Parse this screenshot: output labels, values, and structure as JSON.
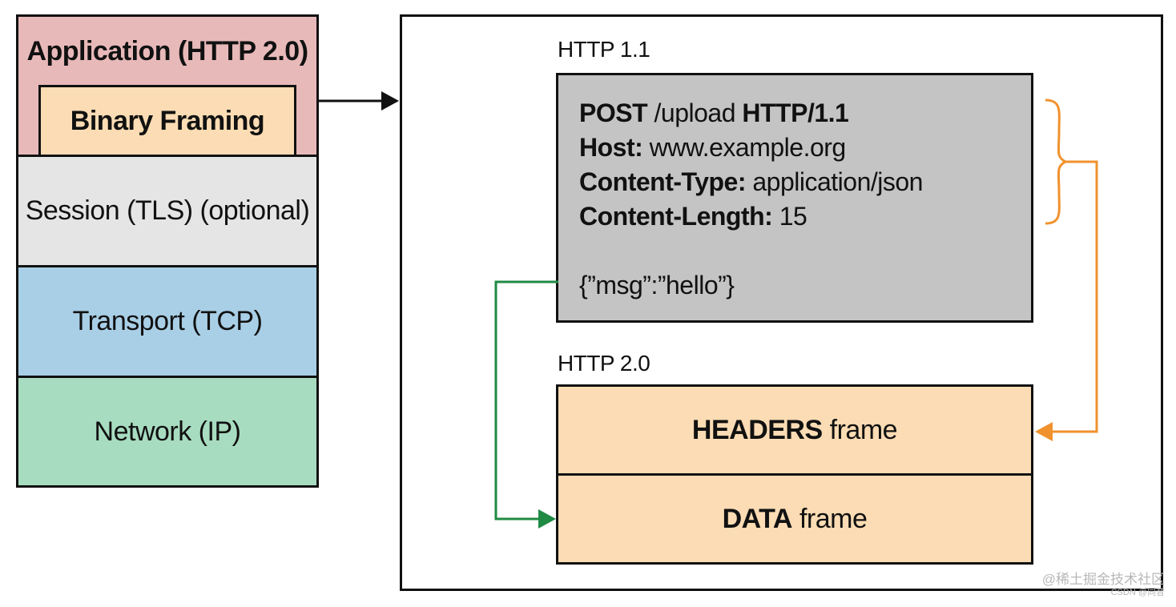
{
  "stack": {
    "application": "Application (HTTP 2.0)",
    "binary_framing": "Binary Framing",
    "session": "Session (TLS) (optional)",
    "transport": "Transport (TCP)",
    "network": "Network (IP)"
  },
  "http11": {
    "label": "HTTP 1.1",
    "request": {
      "method": "POST",
      "path": " /upload ",
      "version": "HTTP/1.1",
      "headers": [
        {
          "name": "Host:",
          "value": " www.example.org"
        },
        {
          "name": "Content-Type:",
          "value": " application/json"
        },
        {
          "name": "Content-Length:",
          "value": " 15"
        }
      ],
      "body": "{”msg”:”hello”}"
    }
  },
  "http20": {
    "label": "HTTP 2.0",
    "headers_frame": {
      "name": "HEADERS",
      "suffix": "frame"
    },
    "data_frame": {
      "name": "DATA",
      "suffix": "frame"
    }
  },
  "colors": {
    "orange_connector": "#f0922e",
    "green_connector": "#1f8a43",
    "arrow": "#111111"
  },
  "watermark": {
    "line1": "@稀土掘金技术社区",
    "line2": "CSDN @同昔"
  }
}
